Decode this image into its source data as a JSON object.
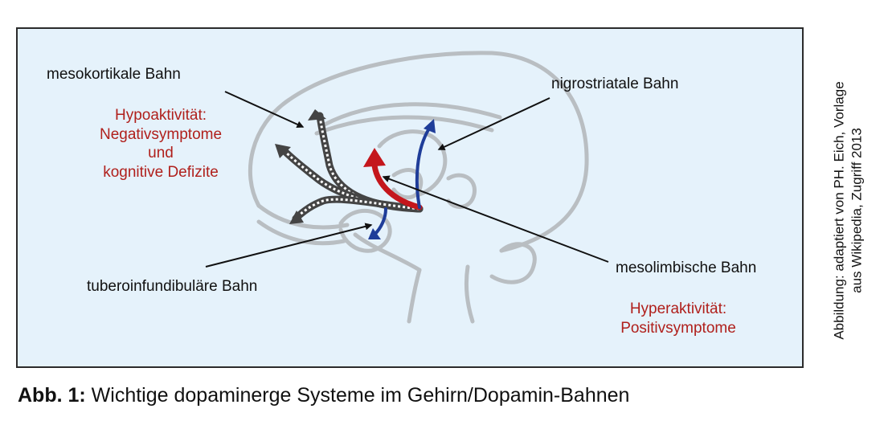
{
  "labels": {
    "mesocortical": "mesokortikale Bahn",
    "nigrostriatal": "nigrostriatale Bahn",
    "mesolimbic": "mesolimbische Bahn",
    "tuberoinfundibular": "tuberoinfundibuläre Bahn"
  },
  "effects": {
    "hypo_lines": [
      "Hypoaktivität:",
      "Negativsymptome",
      "und",
      "kognitive Defizite"
    ],
    "hyper_lines": [
      "Hyperaktivität:",
      "Positivsymptome"
    ]
  },
  "credit_lines": [
    "Abbildung: adaptiert von PH. Eich, Vorlage",
    "aus Wikipedia, Zugriff 2013"
  ],
  "caption": {
    "prefix": "Abb. 1:",
    "text": "Wichtige dopaminerge Systeme im Gehirn/Dopamin-Bahnen"
  },
  "colors": {
    "background": "#e5f2fb",
    "brain_outline": "#b9bec2",
    "mesolimbic_arrow": "#c4161c",
    "nigrostriatal_arrow": "#1f3d99",
    "mesocortical_arrow": "#555555",
    "effect_text": "#b0201c"
  }
}
